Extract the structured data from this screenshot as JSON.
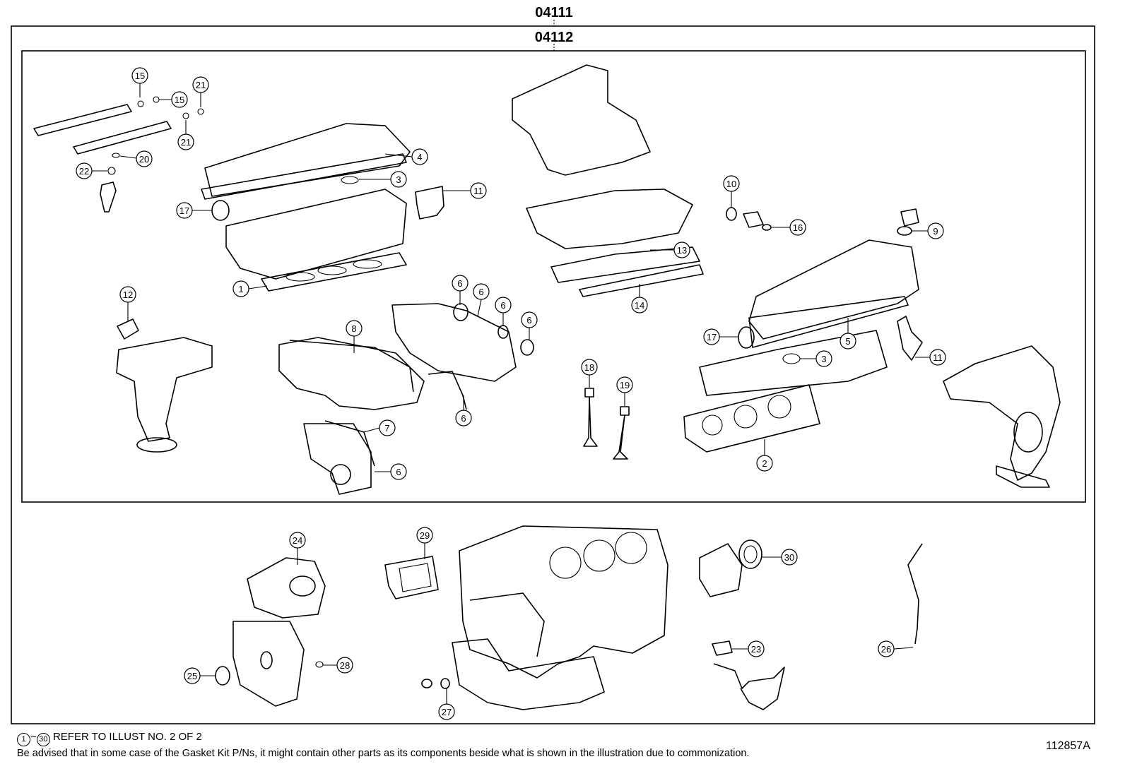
{
  "kits": {
    "outer_code": "04111",
    "inner_code": "04112"
  },
  "footnote": {
    "range_start": "1",
    "range_sep": "~",
    "range_end": "30",
    "reference": "REFER TO ILLUST NO. 2 OF 2",
    "advisory": "Be advised that in some case of the Gasket Kit P/Ns,  it might contain other parts as its components beside what is shown in the illustration due to commonization."
  },
  "illustration_id": "112857A",
  "callouts": [
    {
      "label": "15"
    },
    {
      "label": "15"
    },
    {
      "label": "21"
    },
    {
      "label": "21"
    },
    {
      "label": "20"
    },
    {
      "label": "22"
    },
    {
      "label": "4"
    },
    {
      "label": "3"
    },
    {
      "label": "17"
    },
    {
      "label": "11"
    },
    {
      "label": "1"
    },
    {
      "label": "12"
    },
    {
      "label": "8"
    },
    {
      "label": "6"
    },
    {
      "label": "6"
    },
    {
      "label": "6"
    },
    {
      "label": "6"
    },
    {
      "label": "6"
    },
    {
      "label": "6"
    },
    {
      "label": "7"
    },
    {
      "label": "10"
    },
    {
      "label": "16"
    },
    {
      "label": "13"
    },
    {
      "label": "14"
    },
    {
      "label": "9"
    },
    {
      "label": "5"
    },
    {
      "label": "17"
    },
    {
      "label": "3"
    },
    {
      "label": "11"
    },
    {
      "label": "18"
    },
    {
      "label": "19"
    },
    {
      "label": "2"
    },
    {
      "label": "24"
    },
    {
      "label": "29"
    },
    {
      "label": "30"
    },
    {
      "label": "23"
    },
    {
      "label": "26"
    },
    {
      "label": "25"
    },
    {
      "label": "28"
    },
    {
      "label": "27"
    }
  ]
}
